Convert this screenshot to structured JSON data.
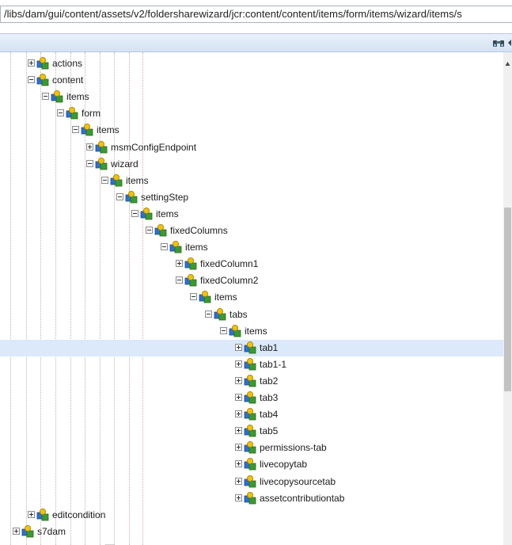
{
  "path_bar": {
    "value": "/libs/dam/gui/content/assets/v2/foldersharewizard/jcr:content/content/items/form/items/wizard/items/s"
  },
  "toolbar": {
    "buttons": [
      {
        "icon": "binoculars-icon"
      },
      {
        "icon": "navigate-arrows-icon"
      }
    ]
  },
  "tree": {
    "nodes": [
      {
        "label": "actions",
        "expanded": false
      },
      {
        "label": "content",
        "expanded": true
      },
      {
        "label": "items",
        "expanded": true
      },
      {
        "label": "form",
        "expanded": true
      },
      {
        "label": "items",
        "expanded": true
      },
      {
        "label": "msmConfigEndpoint",
        "expanded": false
      },
      {
        "label": "wizard",
        "expanded": true
      },
      {
        "label": "items",
        "expanded": true
      },
      {
        "label": "settingStep",
        "expanded": true
      },
      {
        "label": "items",
        "expanded": true
      },
      {
        "label": "fixedColumns",
        "expanded": true
      },
      {
        "label": "items",
        "expanded": true
      },
      {
        "label": "fixedColumn1",
        "expanded": false
      },
      {
        "label": "fixedColumn2",
        "expanded": true
      },
      {
        "label": "items",
        "expanded": true
      },
      {
        "label": "tabs",
        "expanded": true
      },
      {
        "label": "items",
        "expanded": true
      },
      {
        "label": "tab1",
        "expanded": false,
        "selected": true
      },
      {
        "label": "tab1-1",
        "expanded": false
      },
      {
        "label": "tab2",
        "expanded": false
      },
      {
        "label": "tab3",
        "expanded": false
      },
      {
        "label": "tab4",
        "expanded": false
      },
      {
        "label": "tab5",
        "expanded": false
      },
      {
        "label": "permissions-tab",
        "expanded": false
      },
      {
        "label": "livecopytab",
        "expanded": false
      },
      {
        "label": "livecopysourcetab",
        "expanded": false
      },
      {
        "label": "assetcontributiontab",
        "expanded": false
      },
      {
        "label": "editcondition",
        "expanded": false
      },
      {
        "label": "s7dam",
        "expanded": false
      }
    ]
  },
  "colors": {
    "selected_row": "#dbe9fb",
    "node_icon_blue": "#2f6fd0",
    "node_icon_green": "#3b9a2f",
    "node_icon_yellow": "#f2c200"
  }
}
